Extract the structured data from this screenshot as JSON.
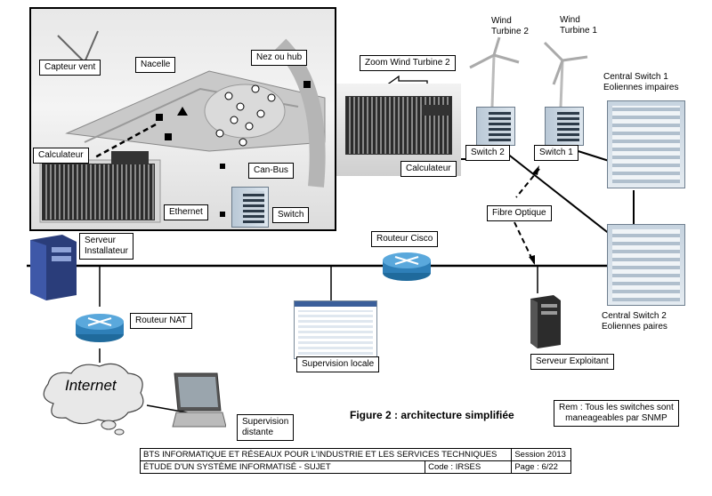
{
  "inset": {
    "capteur_vent": "Capteur vent",
    "nacelle": "Nacelle",
    "nez_ou_hub": "Nez ou hub",
    "calculateur": "Calculateur",
    "can_bus": "Can-Bus",
    "ethernet": "Ethernet",
    "switch": "Switch"
  },
  "zoom": {
    "title": "Zoom Wind Turbine 2",
    "calculateur": "Calculateur"
  },
  "turbines": {
    "wt2": "Wind\nTurbine 2",
    "wt1": "Wind\nTurbine 1",
    "switch2": "Switch 2",
    "switch1": "Switch 1"
  },
  "central": {
    "cs1": "Central Switch 1\nEoliennes impaires",
    "cs2": "Central Switch 2\nEoliennes paires"
  },
  "network": {
    "fibre": "Fibre Optique",
    "routeur_cisco": "Routeur Cisco",
    "serveur_installateur": "Serveur\nInstallateur",
    "routeur_nat": "Routeur NAT",
    "internet": "Internet",
    "supervision_locale": "Supervision  locale",
    "supervision_distante": "Supervision\ndistante",
    "serveur_exploitant": "Serveur Exploitant"
  },
  "caption": "Figure 2 : architecture simplifiée",
  "note": "Rem : Tous les switches sont\nmaneageables par SNMP",
  "footer": {
    "row1_left": "BTS INFORMATIQUE ET RÉSEAUX POUR L'INDUSTRIE ET LES SERVICES TECHNIQUES",
    "row1_right": "Session 2013",
    "row2_left": "ÉTUDE D'UN SYSTÈME INFORMATISÉ - SUJET",
    "row2_mid": "Code : IRSES",
    "row2_right": "Page : 6/22"
  },
  "colors": {
    "router": "#2e7fb8",
    "rack": "#c6d3df",
    "line": "#000000"
  }
}
